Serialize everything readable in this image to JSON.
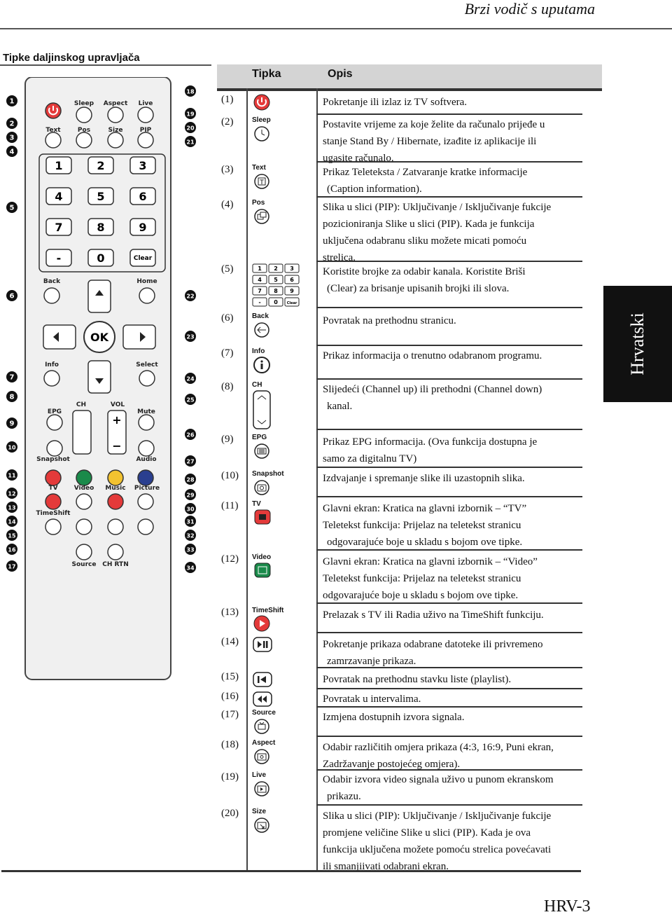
{
  "header": {
    "title": "Brzi vodič s uputama"
  },
  "section_title": "Tipke daljinskog upravljača",
  "side_tab": "Hrvatski",
  "page_number": "HRV-3",
  "table": {
    "col_key": "Tipka",
    "col_desc": "Opis"
  },
  "remote": {
    "labels": [
      "Sleep",
      "Aspect",
      "Live",
      "Text",
      "Pos",
      "Size",
      "PIP",
      "Back",
      "Home",
      "Info",
      "Select",
      "EPG",
      "CH",
      "VOL",
      "Mute",
      "Snapshot",
      "Audio",
      "TV",
      "Video",
      "Music",
      "Picture",
      "TimeShift",
      "Source",
      "CH RTN",
      "Clear",
      "OK"
    ],
    "digits": [
      "1",
      "2",
      "3",
      "4",
      "5",
      "6",
      "7",
      "8",
      "9",
      "-",
      "0"
    ],
    "callouts_left": [
      "1",
      "2",
      "3",
      "4",
      "5",
      "6",
      "7",
      "8",
      "9",
      "10",
      "11",
      "12",
      "13",
      "14",
      "15",
      "16",
      "17"
    ],
    "callouts_right": [
      "18",
      "19",
      "20",
      "21",
      "22",
      "23",
      "24",
      "25",
      "26",
      "27",
      "28",
      "29",
      "30",
      "31",
      "32",
      "33",
      "34"
    ]
  },
  "rows": [
    {
      "num": "(1)",
      "key": "",
      "icon": "power-icon",
      "desc": [
        "Pokretanje ili izlaz iz TV softvera."
      ]
    },
    {
      "num": "(2)",
      "key": "Sleep",
      "icon": "sleep-icon",
      "desc": [
        "Postavite vrijeme za koje želite da računalo prijeđe u",
        "stanje Stand By / Hibernate, izađite iz aplikacije ili",
        "ugasite računalo."
      ]
    },
    {
      "num": "(3)",
      "key": "Text",
      "icon": "text-icon",
      "desc": [
        "Prikaz Teleteksta / Zatvaranje kratke informacije",
        "(Caption information)."
      ]
    },
    {
      "num": "(4)",
      "key": "Pos",
      "icon": "pos-icon",
      "desc": [
        "Slika u slici (PIP): Uključivanje / Isključivanje fukcije",
        "pozicioniranja Slike u slici (PIP). Kada je funkcija",
        "uključena odabranu sliku možete micati pomoću",
        "strelica."
      ]
    },
    {
      "num": "(5)",
      "key": "",
      "icon": "keypad-icon",
      "desc": [
        "Koristite brojke za odabir kanala. Koristite Briši",
        "(Clear) za brisanje upisanih brojki ili slova."
      ]
    },
    {
      "num": "(6)",
      "key": "Back",
      "icon": "back-icon",
      "desc": [
        "Povratak na prethodnu stranicu."
      ]
    },
    {
      "num": "(7)",
      "key": "Info",
      "icon": "info-icon",
      "desc": [
        "Prikaz informacija o trenutno odabranom programu."
      ]
    },
    {
      "num": "(8)",
      "key": "CH",
      "icon": "channel-icon",
      "desc": [
        "Slijedeći (Channel up) ili prethodni (Channel down)",
        "kanal."
      ]
    },
    {
      "num": "(9)",
      "key": "EPG",
      "icon": "epg-icon",
      "desc": [
        "Prikaz EPG informacija. (Ova funkcija dostupna je",
        "samo za digitalnu TV)"
      ]
    },
    {
      "num": "(10)",
      "key": "Snapshot",
      "icon": "camera-icon",
      "desc": [
        "Izdvajanje i spremanje slike ili uzastopnih slika."
      ]
    },
    {
      "num": "(11)",
      "key": "TV",
      "icon": "tv-icon",
      "desc": [
        "Glavni ekran: Kratica na glavni izbornik – “TV”",
        "Teletekst funkcija: Prijelaz na teletekst stranicu",
        "odgovarajuće boje u skladu s bojom ove tipke."
      ]
    },
    {
      "num": "(12)",
      "key": "Video",
      "icon": "video-icon",
      "desc": [
        "Glavni ekran: Kratica na glavni izbornik – “Video”",
        "Teletekst funkcija: Prijelaz na teletekst stranicu",
        "odgovarajuće boje u skladu s bojom ove tipke."
      ]
    },
    {
      "num": "(13)",
      "key": "TimeShift",
      "icon": "timeshift-icon",
      "desc": [
        "Prelazak s TV ili Radia uživo na TimeShift funkciju."
      ]
    },
    {
      "num": "(14)",
      "key": "",
      "icon": "play-pause-icon",
      "desc": [
        "Pokretanje prikaza odabrane datoteke ili privremeno",
        "zamrzavanje prikaza."
      ]
    },
    {
      "num": "(15)",
      "key": "",
      "icon": "previous-icon",
      "desc": [
        "Povratak na prethodnu stavku liste (playlist)."
      ]
    },
    {
      "num": "(16)",
      "key": "",
      "icon": "rewind-icon",
      "desc": [
        "Povratak u intervalima."
      ]
    },
    {
      "num": "(17)",
      "key": "Source",
      "icon": "source-icon",
      "desc": [
        "Izmjena dostupnih izvora signala."
      ]
    },
    {
      "num": "(18)",
      "key": "Aspect",
      "icon": "aspect-icon",
      "desc": [
        "Odabir različitih omjera prikaza (4:3, 16:9, Puni ekran,",
        "Zadržavanje postojećeg omjera)."
      ]
    },
    {
      "num": "(19)",
      "key": "Live",
      "icon": "live-icon",
      "desc": [
        "Odabir izvora video signala uživo u punom ekranskom",
        "prikazu."
      ]
    },
    {
      "num": "(20)",
      "key": "Size",
      "icon": "size-icon",
      "desc": [
        "Slika u slici (PIP): Uključivanje / Isključivanje fukcije",
        "promjene veličine Slike u slici (PIP). Kada je ova",
        "funkcija uključena možete pomoću strelica povećavati",
        "ili smanjiivati odabrani ekran."
      ]
    }
  ]
}
